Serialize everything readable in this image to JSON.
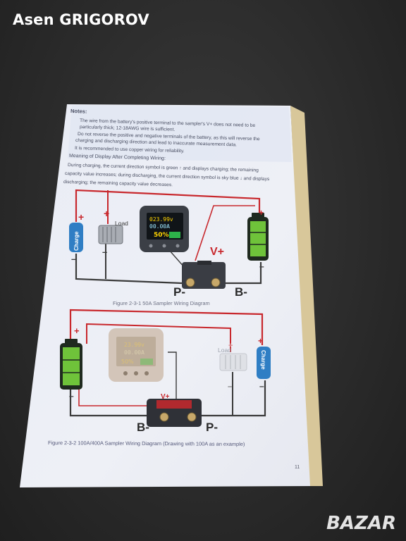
{
  "watermark": {
    "seller": "Asen GRIGOROV",
    "brand": "BAZAR"
  },
  "manual": {
    "notes_heading": "Notes:",
    "notes": [
      "The wire from the battery's positive terminal to the sampler's V+ does not need to be",
      "particularly thick; 12-18AWG wire is sufficient.",
      "Do not reverse the positive and negative terminals of the battery, as this will reverse the",
      "charging and discharging direction and lead to inaccurate measurement data.",
      "It is recommended to use copper wiring for reliability."
    ],
    "meaning_heading": "Meaning of Display After Completing Wiring:",
    "meaning": [
      "During charging, the current direction symbol is green ↑ and displays charging; the remaining",
      "capacity value increases; during discharging, the current direction symbol is sky blue ↓ and displays",
      "discharging; the remaining capacity value decreases."
    ],
    "figure1": {
      "caption": "Figure 2-3-1 50A Sampler Wiring Diagram",
      "load_label": "Load",
      "charge_label": "Charge",
      "plus": "+",
      "minus": "–",
      "v_plus": "V+",
      "p_minus": "P-",
      "b_minus": "B-",
      "meter": {
        "voltage": "023.99v",
        "current": "00.00A",
        "percent": "50%"
      }
    },
    "figure2": {
      "caption": "Figure 2-3-2 100A/400A Sampler Wiring Diagram (Drawing with 100A as an example)",
      "load_label": "Load",
      "charge_label": "Charge",
      "plus": "+",
      "minus": "–",
      "v_plus": "V+",
      "p_minus": "P-",
      "b_minus": "B-",
      "meter": {
        "voltage": "23.99v",
        "current": "00.00A",
        "percent": "50%"
      }
    },
    "page_number": "11"
  }
}
